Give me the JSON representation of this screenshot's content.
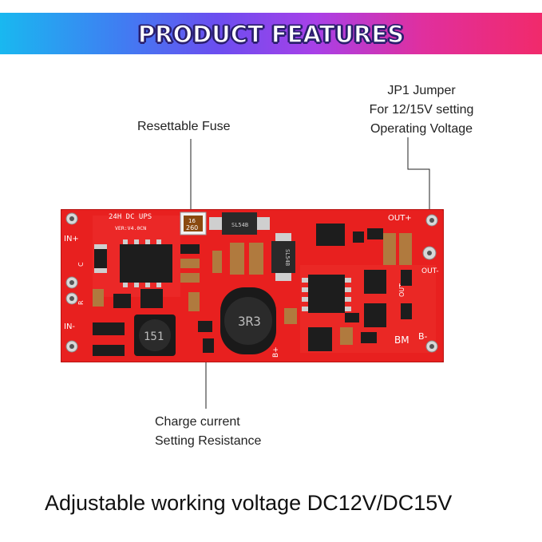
{
  "banner": {
    "title": "PRODUCT FEATURES"
  },
  "callouts": {
    "fuse": "Resettable Fuse",
    "jp1": [
      "JP1 Jumper",
      "For 12/15V setting",
      "Operating Voltage"
    ],
    "charge": [
      "Charge current",
      "Setting Resistance"
    ]
  },
  "caption": "Adjustable working voltage DC12V/DC15V",
  "board": {
    "silkscreen": {
      "title": "24H DC UPS",
      "version": "VER:V4.0CN",
      "in_plus": "IN+",
      "in_minus": "IN-",
      "out_plus": "OUT+",
      "out_minus": "OUT-",
      "out_side": "OUT",
      "b_minus": "B-",
      "b_plus": "B+",
      "bm": "BM",
      "c": "C",
      "r": "R",
      "fuse_code": "16",
      "fuse_val": "260",
      "diode1": "SL54B",
      "diode2": "SL54B",
      "inductor1": "151",
      "inductor2": "3R3"
    },
    "colors": {
      "pcb": "#e8201f",
      "banner_start": "#19b8f0",
      "banner_end": "#f12a6b"
    }
  }
}
